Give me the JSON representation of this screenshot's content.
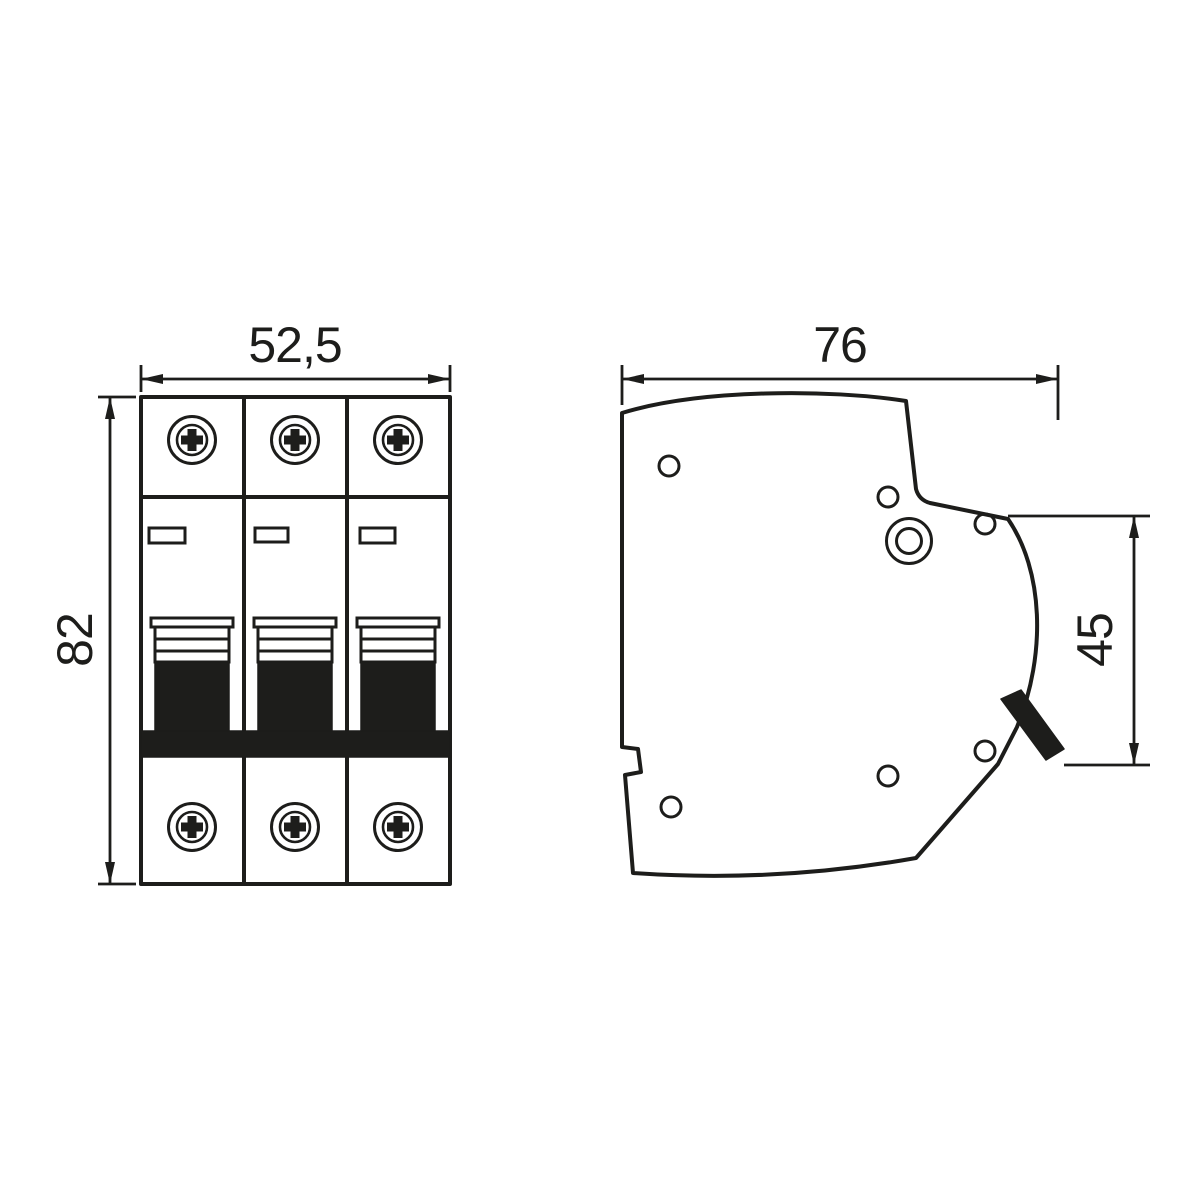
{
  "drawing": {
    "front_view": {
      "width_dimension": "52,5",
      "height_dimension": "82",
      "pole_count": "3"
    },
    "side_view": {
      "depth_dimension": "76",
      "front_height_dimension": "45"
    }
  },
  "colors": {
    "line": "#1d1d1b",
    "background": "#ffffff"
  }
}
